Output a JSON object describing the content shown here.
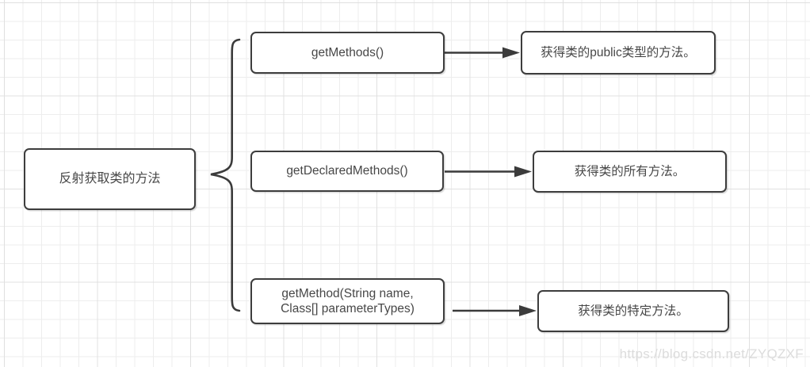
{
  "page": {
    "watermark": "https://blog.csdn.net/ZYQZXF"
  },
  "colors": {
    "box_border": "#3d3d3d",
    "arrow": "#3b3b3b",
    "text": "#474747",
    "grid_minor": "#ededed",
    "grid_major": "#e0e0e0",
    "watermark": "#dcdcdc"
  },
  "diagram": {
    "root": {
      "label": "反射获取类的方法"
    },
    "branches": [
      {
        "method": {
          "label": "getMethods()"
        },
        "description": {
          "label": "获得类的public类型的方法。"
        }
      },
      {
        "method": {
          "label": "getDeclaredMethods()"
        },
        "description": {
          "label": "获得类的所有方法。"
        }
      },
      {
        "method": {
          "label": "getMethod(String name,\nClass[] parameterTypes)"
        },
        "description": {
          "label": "获得类的特定方法。"
        }
      }
    ]
  }
}
